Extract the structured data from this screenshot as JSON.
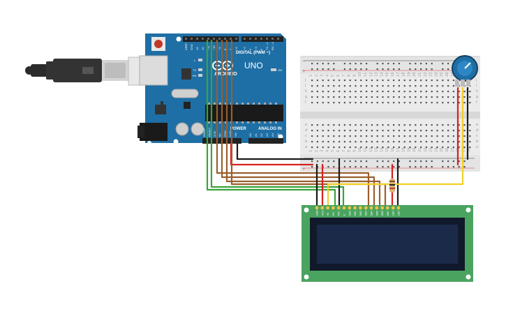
{
  "arduino": {
    "brand": "ARDUINO",
    "model": "UNO",
    "digital_label": "DIGITAL (PWM ~)",
    "power_label": "POWER",
    "analog_label": "ANALOG IN",
    "on_label": "ON",
    "tx_label": "TX",
    "rx_label": "RX",
    "l_label": "L",
    "top_pins": [
      "AREF",
      "GND",
      "13",
      "12",
      "~11",
      "~10",
      "~9",
      "8",
      "7",
      "~6",
      "~5",
      "4",
      "~3",
      "2",
      "TX→1",
      "RX←0"
    ],
    "power_pins": [
      "IOREF",
      "RESET",
      "3.3V",
      "5V",
      "GND",
      "GND",
      "Vin"
    ],
    "analog_pins": [
      "A0",
      "A1",
      "A2",
      "A3",
      "A4",
      "A5"
    ]
  },
  "breadboard": {
    "rows_top": [
      "j",
      "i",
      "h",
      "g",
      "f"
    ],
    "rows_bottom": [
      "e",
      "d",
      "c",
      "b",
      "a"
    ],
    "rail_minus": "−",
    "rail_plus": "+",
    "columns": 30
  },
  "lcd": {
    "pins": [
      "GND",
      "VCC",
      "V0",
      "RS",
      "RW",
      "E",
      "DB0",
      "DB1",
      "DB2",
      "DB3",
      "DB4",
      "DB5",
      "DB6",
      "DB7",
      "LED",
      "LED"
    ]
  },
  "colors": {
    "board": "#1e6fa5",
    "wire_green": "#3aa33a",
    "wire_brown": "#9a5f2e",
    "wire_red": "#d62020",
    "wire_black": "#1a1a1a",
    "wire_yellow": "#f2d024",
    "lcd_pcb": "#4aa35f",
    "lcd_screen": "#1c2a4a"
  },
  "icons": [
    "usb-cable-icon",
    "arduino-logo-icon",
    "potentiometer-icon",
    "resistor-icon"
  ]
}
